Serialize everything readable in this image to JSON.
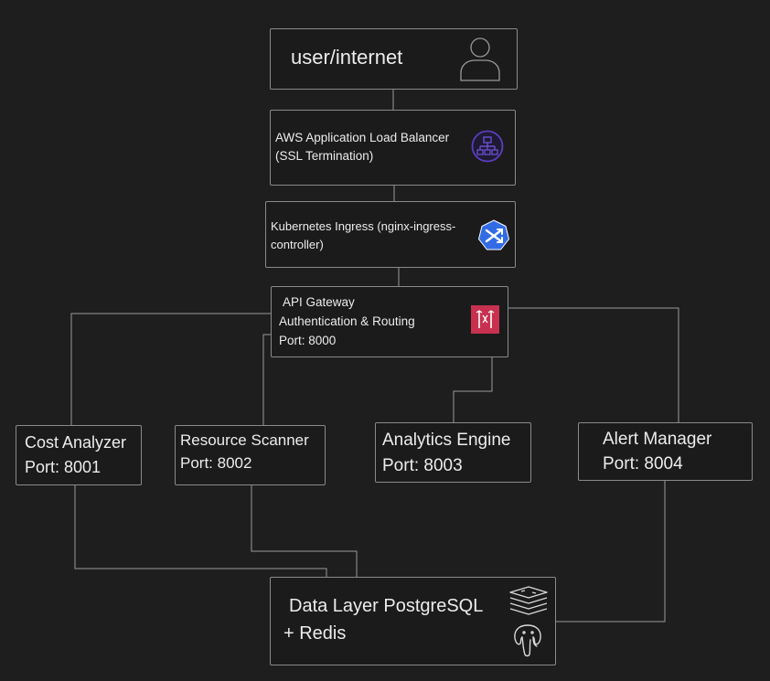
{
  "nodes": {
    "user": {
      "label": "user/internet",
      "icon": "person-icon"
    },
    "alb": {
      "line1": "AWS Application Load Balancer",
      "line2": "(SSL Termination)",
      "icon": "load-balancer-icon"
    },
    "ingress": {
      "line1": "Kubernetes Ingress  (nginx-ingress-",
      "line2": "controller)",
      "icon": "kubernetes-ingress-icon"
    },
    "gateway": {
      "line1": "API Gateway",
      "line2": "Authentication & Routing",
      "line3": "Port: 8000",
      "icon": "api-gateway-icon"
    },
    "cost": {
      "line1": "Cost Analyzer",
      "line2": "Port: 8001"
    },
    "scanner": {
      "line1": "Resource Scanner",
      "line2": "Port: 8002"
    },
    "analytics": {
      "line1": "Analytics Engine",
      "line2": "Port: 8003"
    },
    "alert": {
      "line1": "Alert Manager",
      "line2": "Port: 8004"
    },
    "data": {
      "line1": "Data Layer PostgreSQL",
      "line2": "+ Redis",
      "icons": [
        "redis-icon",
        "postgresql-icon"
      ]
    }
  },
  "colors": {
    "background": "#1e1e1e",
    "border": "#8a8a8a",
    "connector": "#9a9a9a",
    "load_balancer": "#4b2e9e",
    "kubernetes": "#326ce5",
    "api_gateway": "#c7314f"
  }
}
